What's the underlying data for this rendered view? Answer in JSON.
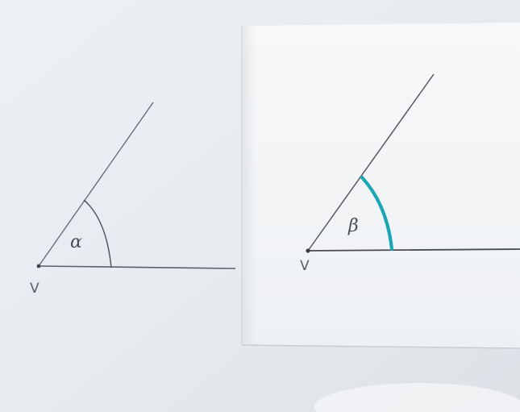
{
  "photo": {
    "paper_color": "#e9edf2",
    "overlay_card_color": "#f2f5f8",
    "pencil_color": "#5e6168",
    "highlight_arc_color": "#1aa6b3"
  },
  "angles": [
    {
      "symbol": "α",
      "vertex_label": "V",
      "arc_style": "pencil"
    },
    {
      "symbol": "β",
      "vertex_label": "V",
      "arc_style": "turquoise-marker"
    }
  ]
}
